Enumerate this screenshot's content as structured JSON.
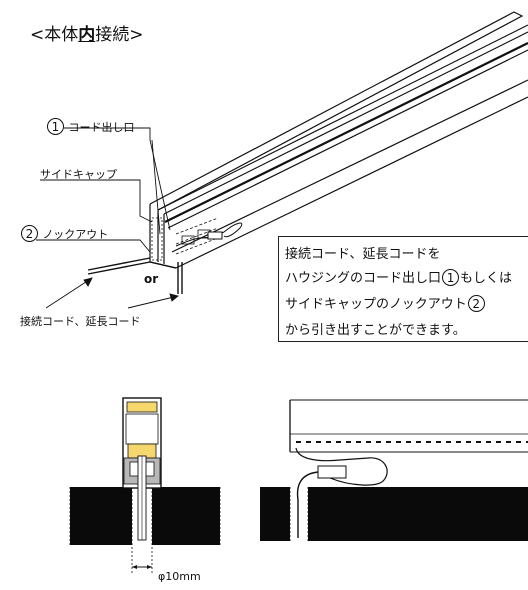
{
  "title": {
    "open": "<",
    "before": "本体",
    "emph": "内",
    "after": "接続",
    "close": ">"
  },
  "labels": {
    "cord_outlet_num": "1",
    "cord_outlet": "コード出し口",
    "side_cap": "サイドキャップ",
    "knockout_num": "2",
    "knockout": "ノックアウト",
    "or": "or",
    "cords": "接続コード、延長コード"
  },
  "callout": {
    "line1": "接続コード、延長コードを",
    "line2_a": "ハウジングのコード出し口",
    "line2_num": "1",
    "line2_b": "もしくは",
    "line3_a": "サイドキャップのノックアウト",
    "line3_num": "2",
    "line4": "から引き出すことができます。"
  },
  "dimension": {
    "hole": "φ10mm"
  },
  "colors": {
    "line": "#111111",
    "fixture_gray": "#b8b8b8",
    "diffuser_yellow": "#f5d76e",
    "ceiling_black": "#0a0a0a"
  }
}
